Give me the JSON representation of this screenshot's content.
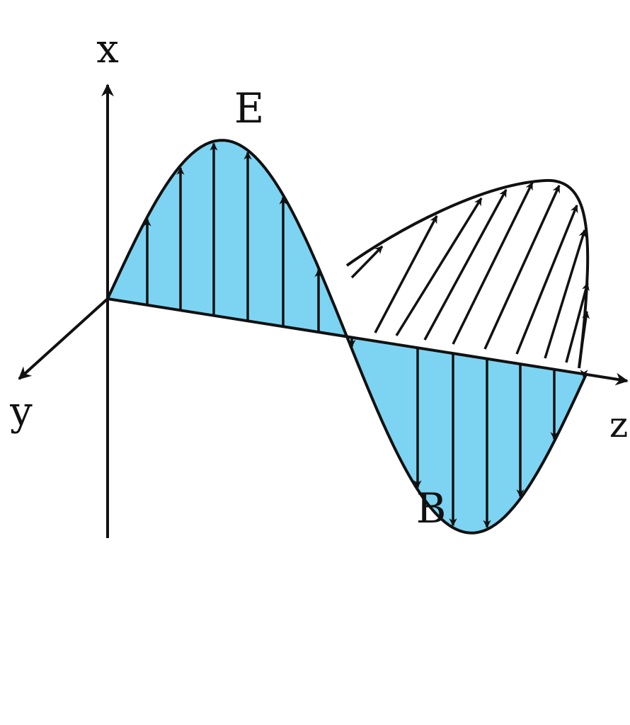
{
  "diagram": {
    "axis_labels": {
      "x": "x",
      "y": "y",
      "z": "z"
    },
    "wave_labels": {
      "electric": "E",
      "magnetic": "B"
    },
    "colors": {
      "electric_fill": "#7dd4f2",
      "stroke": "#111111",
      "magnetic_fill": "#ffffff"
    }
  }
}
